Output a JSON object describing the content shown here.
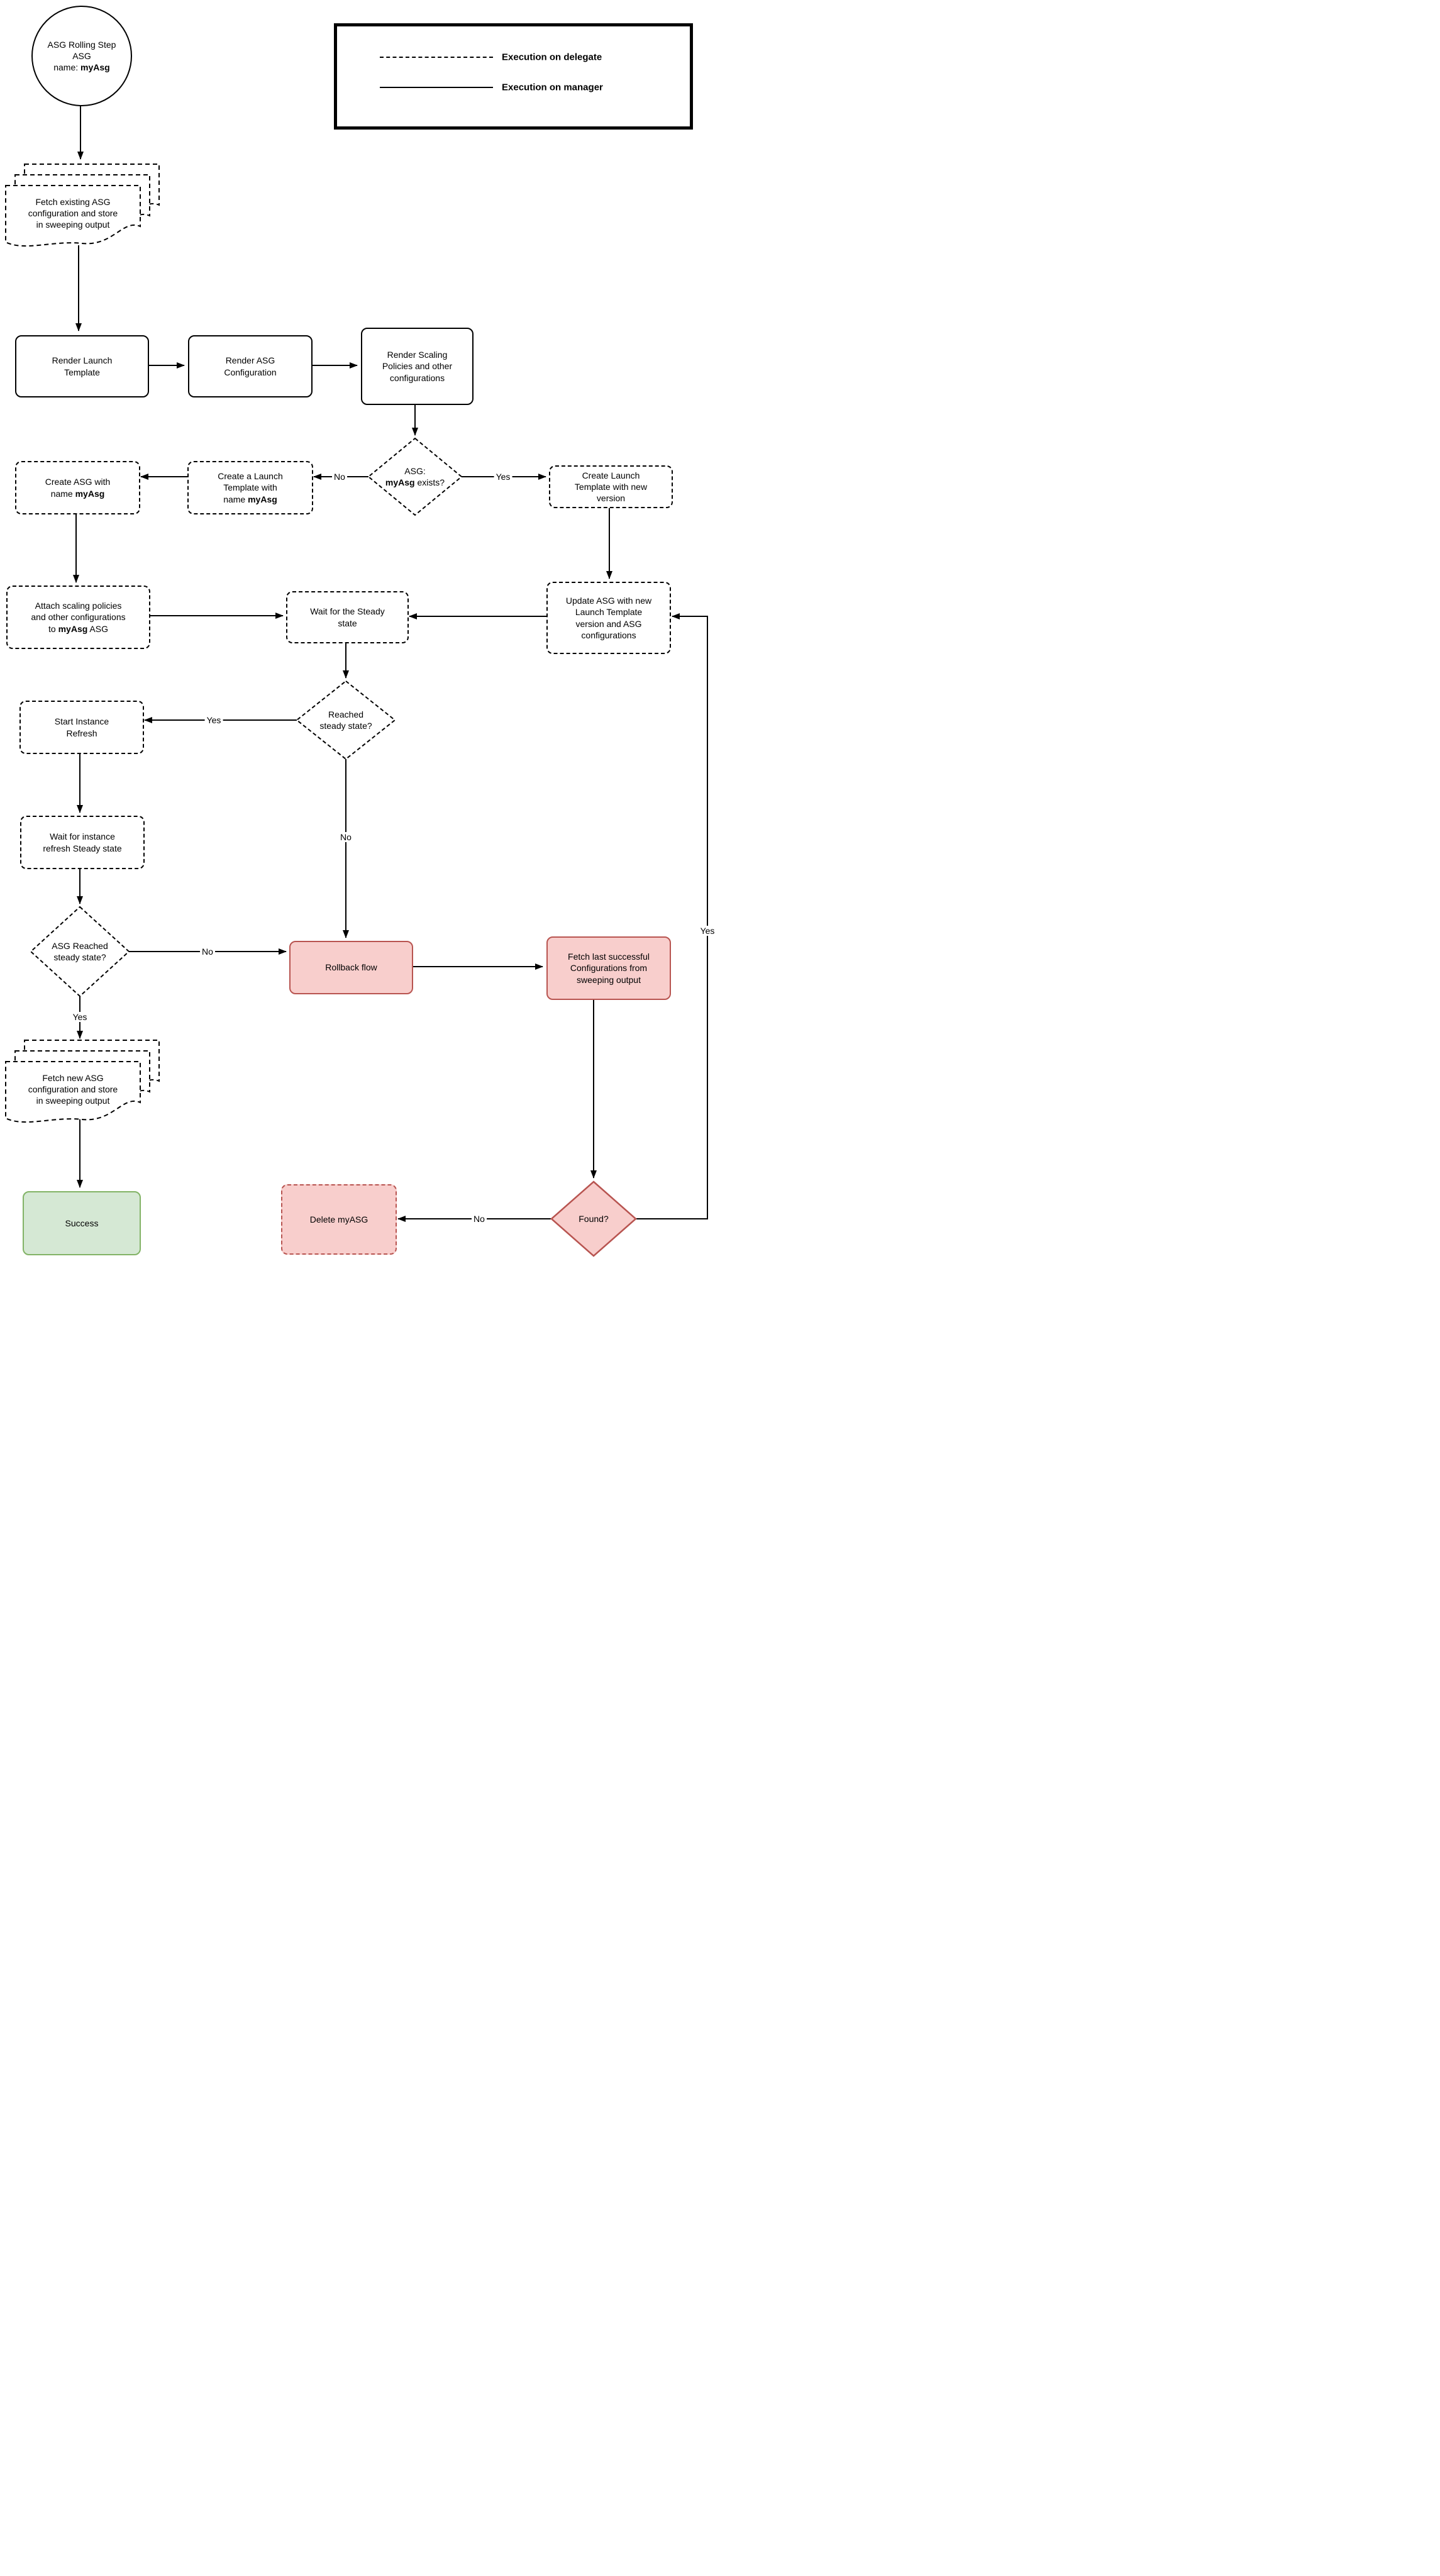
{
  "legend": {
    "items": [
      {
        "label": "Execution on delegate",
        "line_style": "dashed"
      },
      {
        "label": "Execution on manager",
        "line_style": "solid"
      }
    ]
  },
  "colors": {
    "error_fill": "#f8cecc",
    "error_border": "#b85450",
    "success_fill": "#d5e8d4",
    "success_border": "#82b366",
    "line": "#000000"
  },
  "nodes": {
    "start_circle": {
      "l1": "ASG Rolling Step",
      "l2": "ASG",
      "l3a": "name: ",
      "l3b": "myAsg"
    },
    "doc_fetch_existing": {
      "l1": "Fetch existing ASG",
      "l2": "configuration and store",
      "l3": "in sweeping output"
    },
    "render_launch": {
      "l1": "Render Launch",
      "l2": "Template"
    },
    "render_asg": {
      "l1": "Render ASG",
      "l2": "Configuration"
    },
    "render_scaling": {
      "l1": "Render Scaling",
      "l2": "Policies and other",
      "l3": "configurations"
    },
    "asg_exists": {
      "l1": "ASG:",
      "l2a": "myAsg",
      "l2b": " exists?"
    },
    "create_launch_new": {
      "l1": "Create Launch",
      "l2": "Template with new",
      "l3": "version"
    },
    "create_launch_named": {
      "l1": "Create a Launch",
      "l2": "Template with",
      "l3a": "name ",
      "l3b": "myAsg"
    },
    "create_asg": {
      "l1": "Create ASG with",
      "l2a": "name ",
      "l2b": "myAsg"
    },
    "attach_policies": {
      "l1": "Attach scaling policies",
      "l2": "and other configurations",
      "l3a": "to ",
      "l3b": "myAsg",
      "l3c": " ASG"
    },
    "wait_steady": {
      "l1": "Wait for the Steady",
      "l2": "state"
    },
    "update_asg": {
      "l1": "Update ASG with new",
      "l2": "Launch Template",
      "l3": "version and ASG",
      "l4": "configurations"
    },
    "reached_steady": {
      "l1": "Reached",
      "l2": "steady state?"
    },
    "start_refresh": {
      "l1": "Start Instance",
      "l2": "Refresh"
    },
    "wait_instance": {
      "l1": "Wait for instance",
      "l2": "refresh Steady state"
    },
    "asg_reached": {
      "l1": "ASG Reached",
      "l2": "steady state?"
    },
    "rollback": {
      "l1": "Rollback flow"
    },
    "fetch_last": {
      "l1": "Fetch last successful",
      "l2": "Configurations from",
      "l3": "sweeping output"
    },
    "doc_fetch_new": {
      "l1": "Fetch new ASG",
      "l2": "configuration and store",
      "l3": "in sweeping output"
    },
    "success": {
      "l1": "Success"
    },
    "delete_asg": {
      "l1": "Delete myASG"
    },
    "found": {
      "l1": "Found?"
    }
  },
  "edge_labels": {
    "no_exists": "No",
    "yes_exists": "Yes",
    "yes_reached": "Yes",
    "no_reached": "No",
    "no_asg_reached": "No",
    "yes_asg_reached": "Yes",
    "yes_found": "Yes",
    "no_found": "No"
  }
}
